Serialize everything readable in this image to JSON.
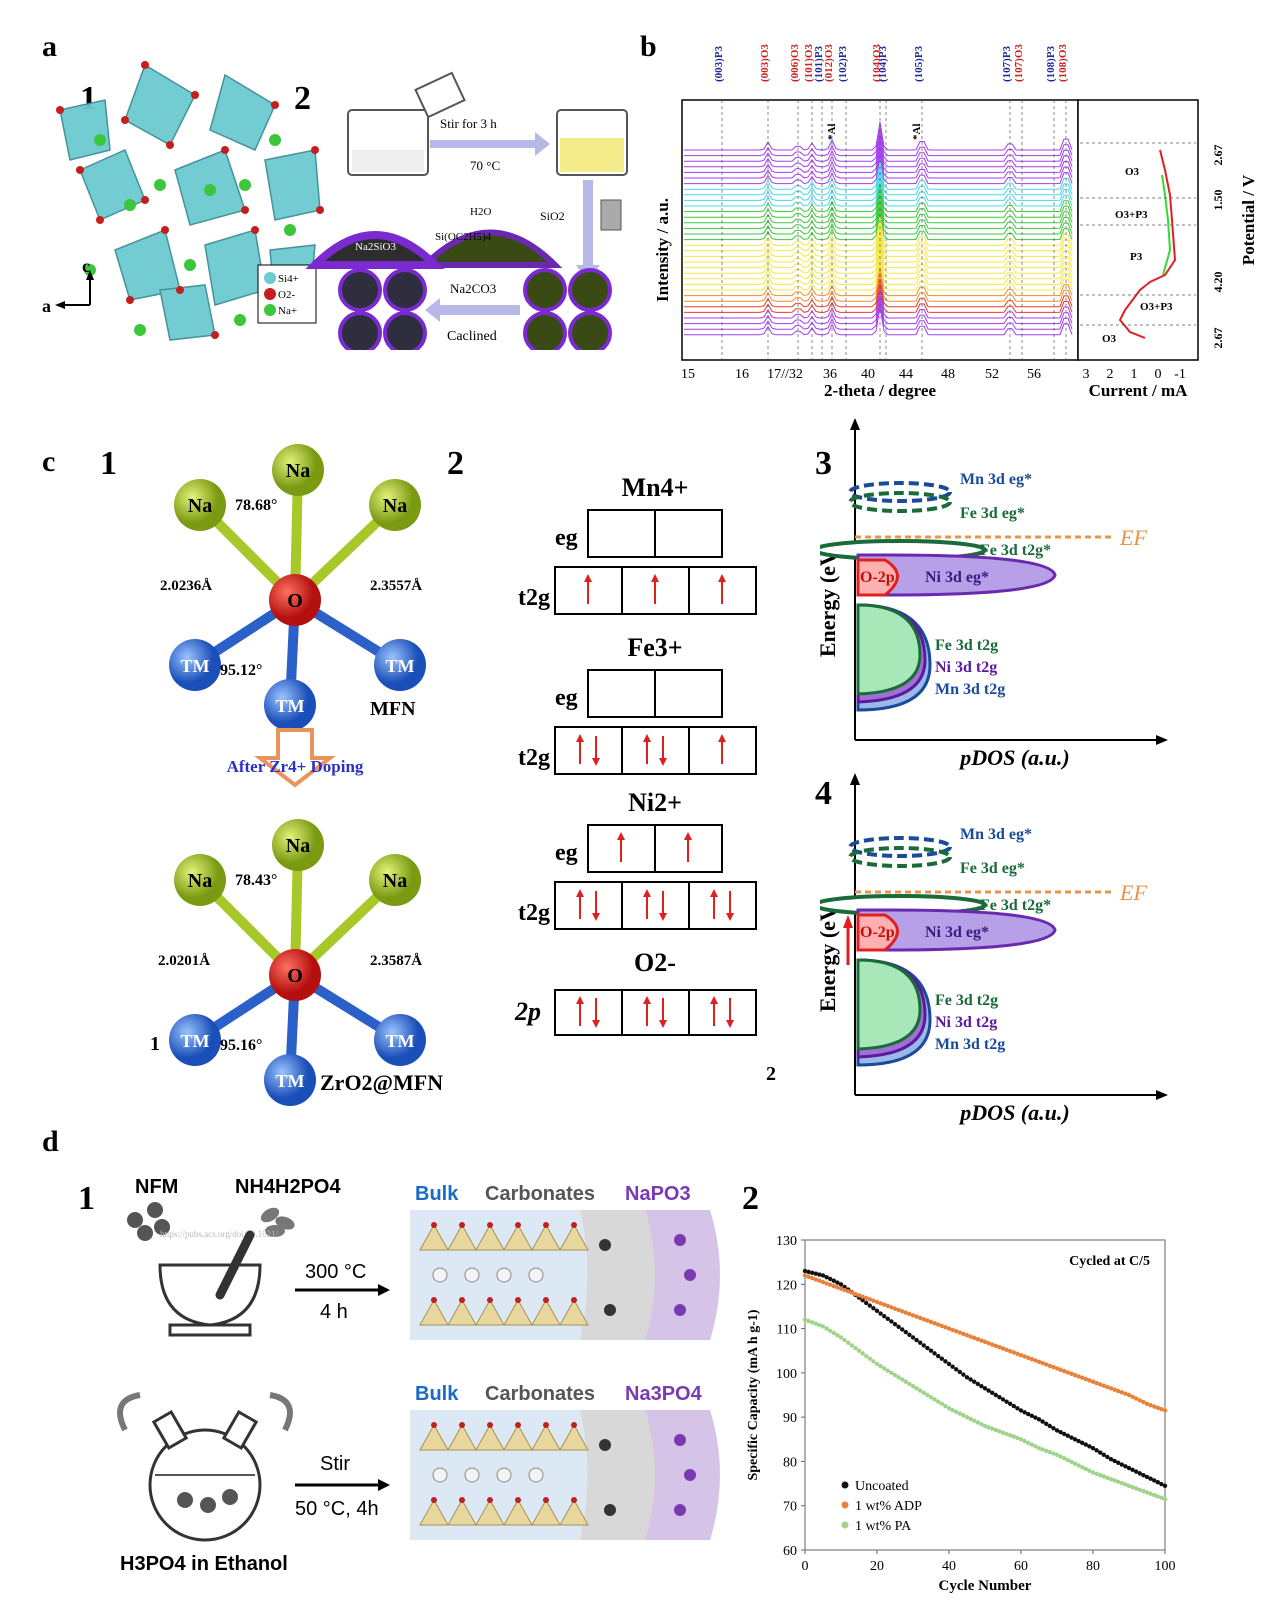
{
  "panels": {
    "a": {
      "label": "a",
      "sub1": "1",
      "sub2": "2",
      "legend": [
        "Si4+",
        "O2-",
        "Na+"
      ],
      "axes": {
        "c": "c",
        "a": "a"
      },
      "steps": {
        "stir": "Stir for 3 h",
        "temp": "70 °C",
        "h2o": "H2O",
        "teos": "Si(OC2H5)4",
        "sio2": "SiO2",
        "na2sio3": "Na2SiO3",
        "na2co3": "Na2CO3",
        "calcined": "Caclined"
      }
    },
    "b": {
      "label": "b",
      "peaks": [
        {
          "text": "(003)P3",
          "color": "#1f2a9c"
        },
        {
          "text": "(003)O3",
          "color": "#d02020"
        },
        {
          "text": "(006)O3",
          "color": "#d02020"
        },
        {
          "text": "(101)O3",
          "color": "#d02020"
        },
        {
          "text": "(101)P3",
          "color": "#1f2a9c"
        },
        {
          "text": "(012)O3",
          "color": "#d02020"
        },
        {
          "text": "(102)P3",
          "color": "#1f2a9c"
        },
        {
          "text": "(104)O3",
          "color": "#d02020"
        },
        {
          "text": "(104)P3",
          "color": "#1f2a9c"
        },
        {
          "text": "(105)P3",
          "color": "#1f2a9c"
        },
        {
          "text": "(107)P3",
          "color": "#1f2a9c"
        },
        {
          "text": "(107)O3",
          "color": "#d02020"
        },
        {
          "text": "(108)P3",
          "color": "#1f2a9c"
        },
        {
          "text": "(108)O3",
          "color": "#d02020"
        }
      ],
      "al": "*Al",
      "ylabel": "Intensity / a.u.",
      "xlabel": "2-theta / degree",
      "xticks": [
        "15",
        "16",
        "17//32",
        "36",
        "40",
        "44",
        "48",
        "52",
        "56"
      ],
      "current_label": "Current / mA",
      "current_ticks": [
        "3",
        "2",
        "1",
        "0",
        "-1"
      ],
      "potential_label": "Potential / V",
      "potential_ticks": [
        "2.67",
        "1.50",
        "4.20",
        "2.67"
      ],
      "phases": [
        "O3",
        "O3+P3",
        "P3",
        "O3+P3",
        "O3"
      ]
    },
    "c": {
      "label": "c",
      "sub1": "1",
      "sub2": "2",
      "sub3": "3",
      "sub4": "4",
      "mfn": {
        "angle1": "78.68°",
        "angle2": "95.12°",
        "bond1": "2.0236Å",
        "bond2": "2.3557Å",
        "name": "MFN"
      },
      "doping": "After Zr4+ Doping",
      "zr": {
        "angle1": "78.43°",
        "angle2": "95.16°",
        "bond1": "2.0201Å",
        "bond2": "2.3587Å",
        "name": "ZrO2@MFN"
      },
      "atoms": {
        "na": "Na",
        "o": "O",
        "tm": "TM"
      },
      "side_1": "1",
      "side_2": "2",
      "ions": [
        "Mn4+",
        "Fe3+",
        "Ni2+",
        "O2-"
      ],
      "orb": {
        "eg": "eg",
        "t2g": "t2g",
        "p2": "2p"
      },
      "pdos": {
        "ylabel": "Energy (eV)",
        "xlabel": "pDOS (a.u.)",
        "ef": "EF",
        "mn_eg": "Mn 3d eg*",
        "fe_eg": "Fe 3d eg*",
        "fe_t2g_star": "Fe 3d t2g*",
        "ni_eg": "Ni 3d eg*",
        "o2p": "O-2p",
        "fe_t2g": "Fe 3d t2g",
        "ni_t2g": "Ni 3d t2g",
        "mn_t2g": "Mn 3d t2g"
      }
    },
    "d": {
      "label": "d",
      "sub1": "1",
      "sub2": "2",
      "nfm": "NFM",
      "adp": "NH4H2PO4",
      "cond1a": "300 °C",
      "cond1b": "4 h",
      "cond2a": "Stir",
      "cond2b": "50 °C, 4h",
      "h3po4": "H3PO4 in Ethanol",
      "layer_bulk": "Bulk",
      "layer_carb": "Carbonates",
      "layer_top1": "NaPO3",
      "layer_top2": "Na3PO4",
      "watermark": "https://pubs.acs.org/doi/10.1021/"
    }
  },
  "chart_data": {
    "type": "scatter",
    "title": "",
    "annotation": "Cycled at C/5",
    "xlabel": "Cycle Number",
    "ylabel": "Specific Capacity (mA h g-1)",
    "xlim": [
      0,
      100
    ],
    "ylim": [
      60,
      130
    ],
    "xticks": [
      0,
      20,
      40,
      60,
      80,
      100
    ],
    "yticks": [
      60,
      70,
      80,
      90,
      100,
      110,
      120,
      130
    ],
    "legend_position": "bottom-left",
    "series": [
      {
        "name": "Uncoated",
        "color": "#111111",
        "x": [
          0,
          5,
          10,
          15,
          20,
          25,
          30,
          35,
          40,
          45,
          50,
          55,
          60,
          65,
          70,
          75,
          80,
          85,
          90,
          95,
          100
        ],
        "y": [
          123,
          122,
          120,
          117,
          114,
          111,
          108,
          105,
          102,
          99,
          96.5,
          94,
          91.5,
          89.5,
          87,
          85,
          83,
          80.5,
          78.5,
          76.5,
          74.5
        ]
      },
      {
        "name": "1 wt% ADP",
        "color": "#e8823a",
        "x": [
          0,
          5,
          10,
          15,
          20,
          25,
          30,
          35,
          40,
          45,
          50,
          55,
          60,
          65,
          70,
          75,
          80,
          85,
          90,
          95,
          100
        ],
        "y": [
          122,
          120.5,
          119,
          117.5,
          116,
          114.5,
          113,
          111.5,
          110,
          108.5,
          107,
          105.5,
          104,
          102.5,
          101,
          99.5,
          98,
          96.5,
          95,
          93,
          91.5
        ]
      },
      {
        "name": "1 wt% PA",
        "color": "#9fd48a",
        "x": [
          0,
          5,
          10,
          15,
          20,
          25,
          30,
          35,
          40,
          45,
          50,
          55,
          60,
          65,
          70,
          75,
          80,
          85,
          90,
          95,
          100
        ],
        "y": [
          112,
          110.5,
          108,
          105,
          102,
          99.5,
          97,
          94.5,
          92,
          90,
          88,
          86.5,
          85,
          83,
          81.5,
          79.5,
          77.5,
          76,
          74.5,
          73,
          71.5
        ]
      }
    ]
  }
}
